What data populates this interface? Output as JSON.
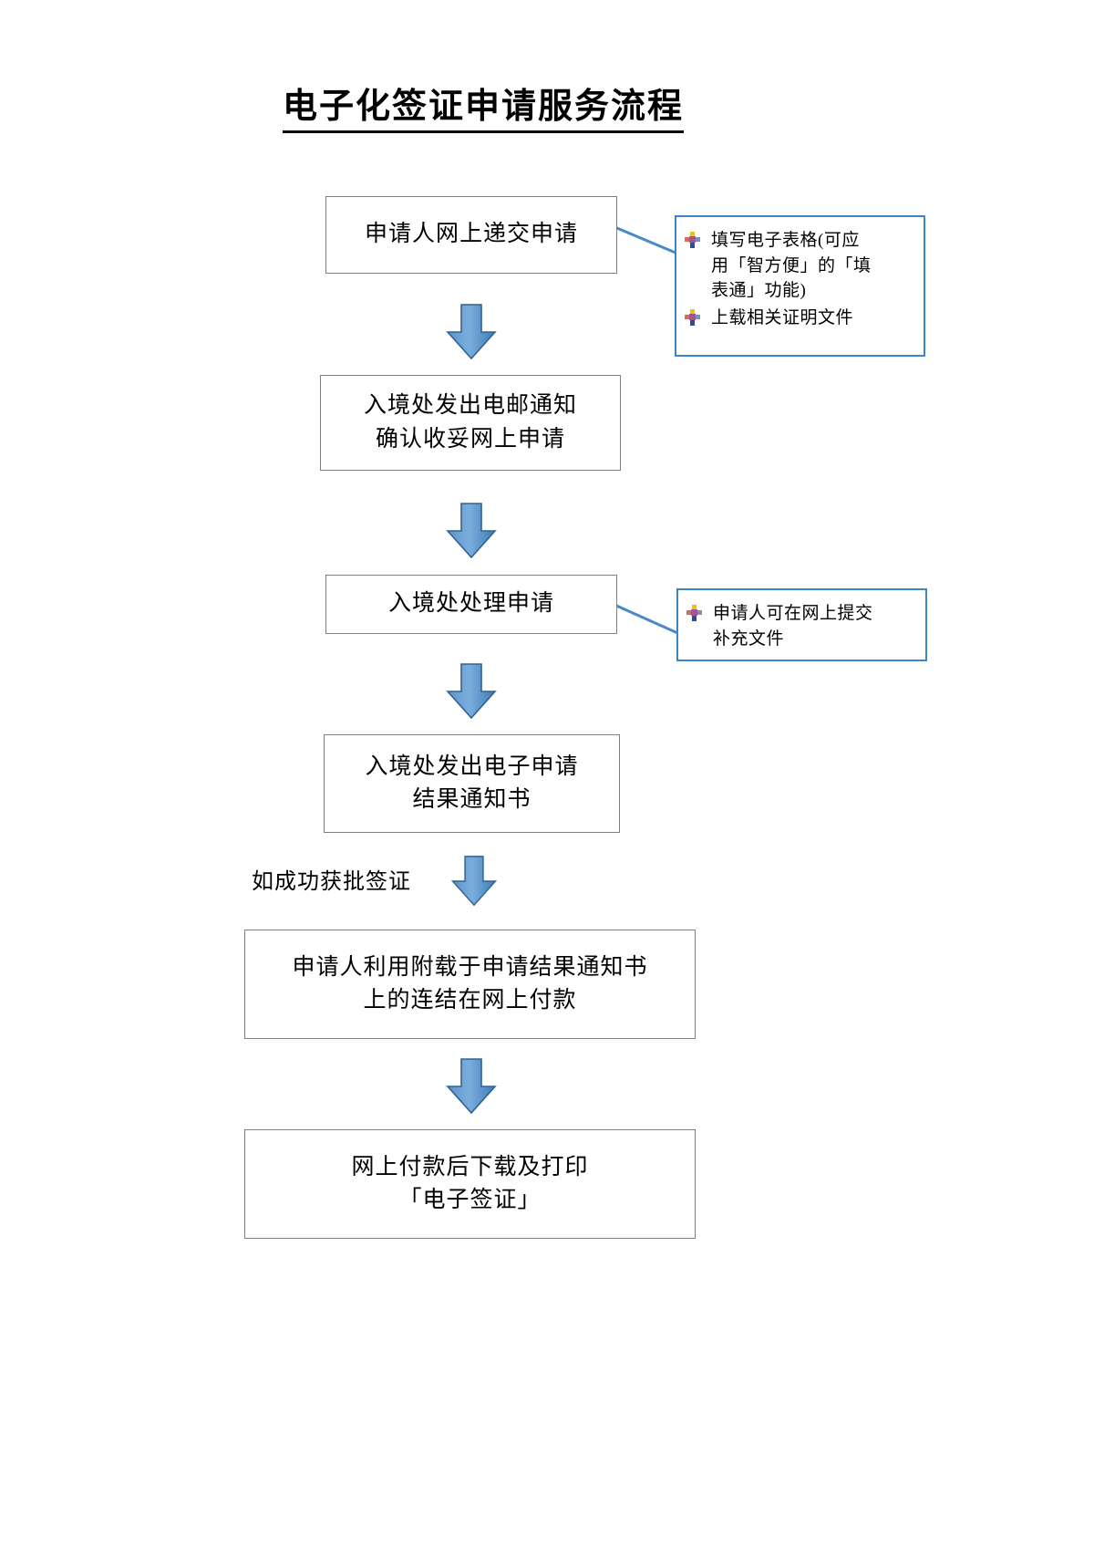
{
  "document": {
    "title": "电子化签证申请服务流程",
    "language": "zh-Hans",
    "accent_color": "#4a89c8",
    "note_border_color": "#3d85c8",
    "box_border_color": "#7f7f7f",
    "background_color": "#ffffff"
  },
  "flow": {
    "steps": [
      {
        "id": "step-1",
        "text": "申请人网上递交申请"
      },
      {
        "id": "step-2",
        "text": "入境处发出电邮通知\n确认收妥网上申请"
      },
      {
        "id": "step-3",
        "text": "入境处处理申请"
      },
      {
        "id": "step-4",
        "text": "入境处发出电子申请\n结果通知书"
      },
      {
        "id": "step-5",
        "text": "申请人利用附载于申请结果通知书\n上的连结在网上付款"
      },
      {
        "id": "step-6",
        "text": "网上付款后下载及打印\n「电子签证」"
      }
    ],
    "arrows": [
      {
        "id": "arrow-1",
        "direction": "down"
      },
      {
        "id": "arrow-2",
        "direction": "down"
      },
      {
        "id": "arrow-3",
        "direction": "down"
      },
      {
        "id": "arrow-4",
        "direction": "down"
      },
      {
        "id": "arrow-5",
        "direction": "down"
      }
    ],
    "condition_label": "如成功获批签证"
  },
  "notes": [
    {
      "id": "note-1",
      "attached_to": "step-1",
      "bullets": [
        "填写电子表格(可应\n用「智方便」的「填\n表通」功能)",
        "上载相关证明文件"
      ]
    },
    {
      "id": "note-2",
      "attached_to": "step-3",
      "bullets": [
        "申请人可在网上提交\n补充文件"
      ]
    }
  ]
}
